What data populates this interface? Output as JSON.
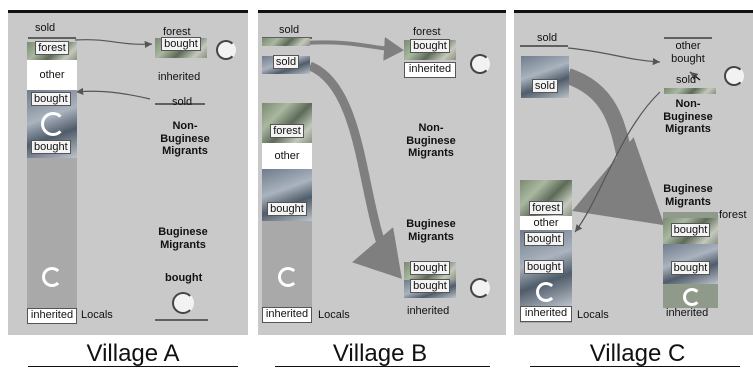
{
  "villages": [
    {
      "title": "Village A",
      "locals_label": "Locals",
      "col": {
        "forest": "forest",
        "other": "other",
        "bought_top": "bought",
        "bought_bottom": "bought",
        "inherited": "inherited"
      },
      "sold_top": "sold",
      "sold_mid": "sold",
      "right_forest": "forest",
      "right_bought": "bought",
      "right_inherited": "inherited",
      "non_bug": [
        "Non-",
        "Buginese",
        "Migrants"
      ],
      "bug": [
        "Buginese",
        "Migrants"
      ],
      "bug_bought": "bought"
    },
    {
      "title": "Village B",
      "locals_label": "Locals",
      "col": {
        "forest": "forest",
        "other": "other",
        "bought": "bought",
        "inherited": "inherited"
      },
      "sold_top": "sold",
      "sold_mid": "sold",
      "right_forest": "forest",
      "right_bought": "bought",
      "right_inherited": "inherited",
      "non_bug": [
        "Non-",
        "Buginese",
        "Migrants"
      ],
      "bug": [
        "Buginese",
        "Migrants"
      ],
      "bug_bought1": "bought",
      "bug_bought2": "bought",
      "bug_inherited": "inherited"
    },
    {
      "title": "Village C",
      "locals_label": "Locals",
      "col": {
        "forest": "forest",
        "other": "other",
        "bought1": "bought",
        "bought2": "bought",
        "inherited": "inherited"
      },
      "sold_top": "sold",
      "sold_mid": "sold",
      "right_other": [
        "other",
        "bought"
      ],
      "right_sold": "sold",
      "non_bug": [
        "Non-",
        "Buginese",
        "Migrants"
      ],
      "bug": [
        "Buginese",
        "Migrants"
      ],
      "bug_forest": "forest",
      "bug_bought1": "bought",
      "bug_bought2": "bought",
      "bug_inherited": "inherited"
    }
  ]
}
